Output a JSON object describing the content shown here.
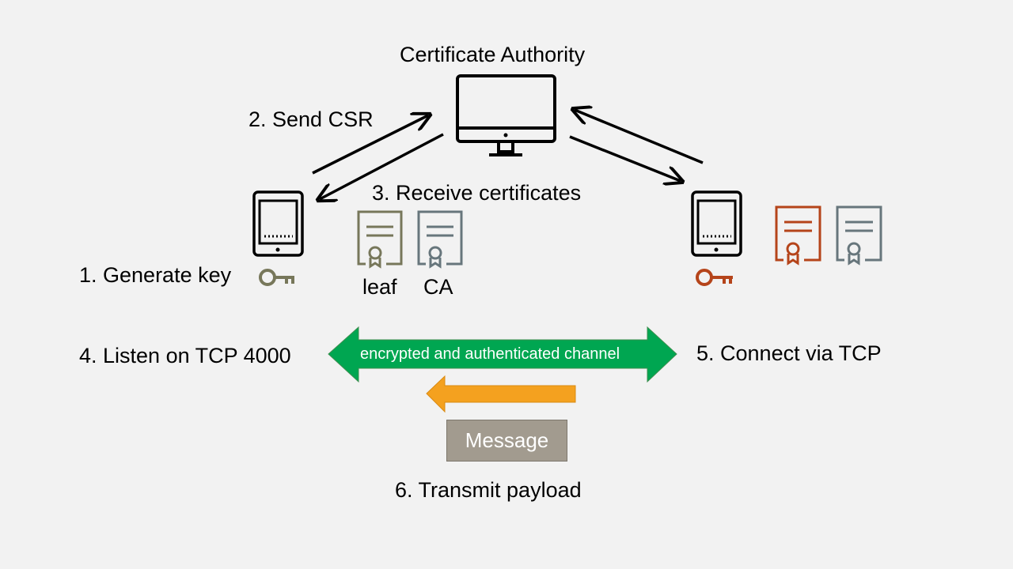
{
  "title": "Certificate Authority",
  "steps": {
    "step1": "1. Generate key",
    "step2": "2. Send CSR",
    "step3": "3. Receive certificates",
    "step4": "4. Listen on TCP 4000",
    "step5": "5. Connect via TCP",
    "step6": "6. Transmit payload"
  },
  "certificates": {
    "leaf_label": "leaf",
    "ca_label": "CA"
  },
  "channel": {
    "label": "encrypted and authenticated channel"
  },
  "message": {
    "label": "Message"
  },
  "colors": {
    "background": "#f2f2f2",
    "channel_green": "#00a651",
    "message_orange": "#f4a11f",
    "message_box": "#a29b8f",
    "leaf_cert": "#77775a",
    "ca_cert": "#67767c",
    "client_key_cert": "#b5441a"
  },
  "icons": {
    "ca": "monitor-icon",
    "server": "tablet-icon",
    "client": "tablet-icon",
    "key": "key-icon",
    "certificate": "certificate-icon"
  }
}
